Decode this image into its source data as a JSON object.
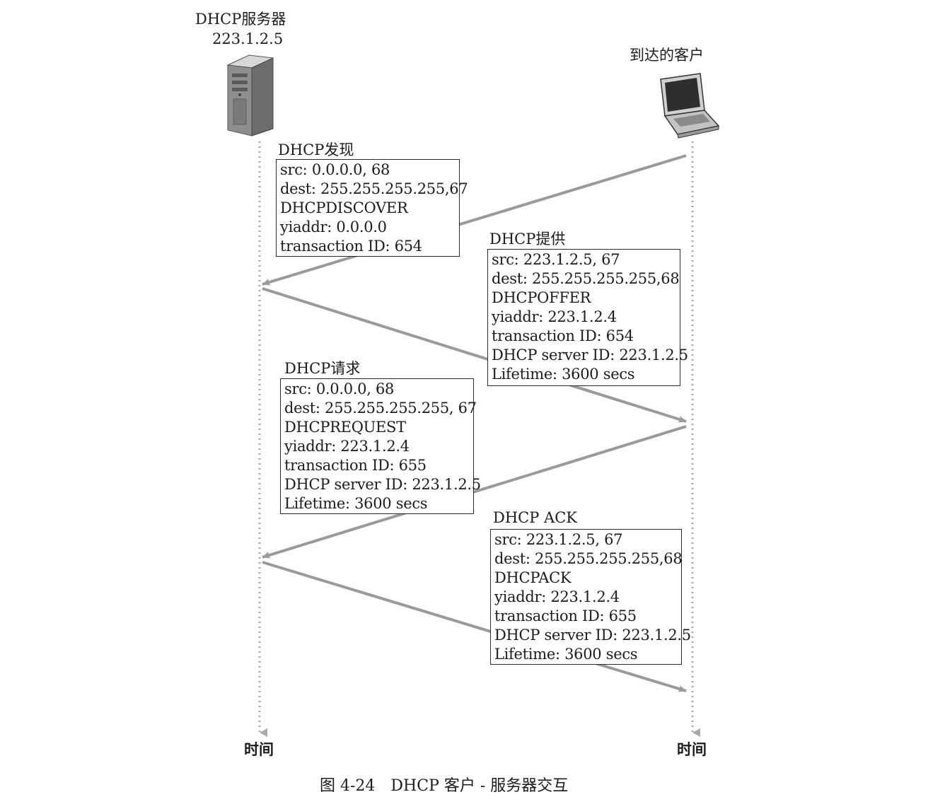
{
  "server": {
    "label": "DHCP服务器",
    "ip": "223.1.2.5",
    "icon": "server-tower-icon"
  },
  "client": {
    "label": "到达的客户",
    "icon": "laptop-icon"
  },
  "timelines": {
    "server_time": "时间",
    "client_time": "时间"
  },
  "messages": [
    {
      "title": "DHCP发现",
      "lines": [
        "src: 0.0.0.0, 68",
        "dest: 255.255.255.255,67",
        "DHCPDISCOVER",
        "yiaddr: 0.0.0.0",
        "transaction ID: 654"
      ]
    },
    {
      "title": "DHCP提供",
      "lines": [
        "src: 223.1.2.5, 67",
        "dest: 255.255.255.255,68",
        "DHCPOFFER",
        "yiaddr: 223.1.2.4",
        "transaction ID: 654",
        "DHCP server ID: 223.1.2.5",
        "Lifetime: 3600 secs"
      ]
    },
    {
      "title": "DHCP请求",
      "lines": [
        "src: 0.0.0.0, 68",
        "dest: 255.255.255.255, 67",
        "DHCPREQUEST",
        "yiaddr: 223.1.2.4",
        "transaction ID: 655",
        "DHCP server ID: 223.1.2.5",
        "Lifetime: 3600 secs"
      ]
    },
    {
      "title": "DHCP ACK",
      "lines": [
        "src: 223.1.2.5, 67",
        "dest: 255.255.255.255,68",
        "DHCPACK",
        "yiaddr: 223.1.2.4",
        "transaction ID: 655",
        "DHCP server ID: 223.1.2.5",
        "Lifetime: 3600 secs"
      ]
    }
  ],
  "caption": "图 4-24　DHCP 客户 - 服务器交互",
  "colors": {
    "arrow": "#9a9a9a",
    "timeline": "#a8a8a8",
    "box_border": "#2a2a2a"
  }
}
